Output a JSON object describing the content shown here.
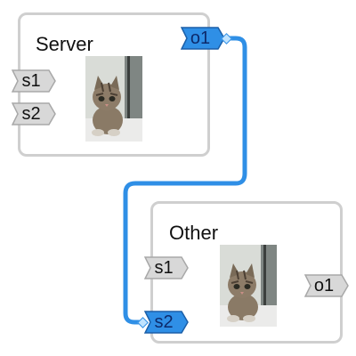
{
  "colors": {
    "node_border": "#cfcfcf",
    "port_fill": "#d8d8d8",
    "port_stroke": "#a8a8a8",
    "active_port_fill": "#2f8fe6",
    "active_port_stroke": "#1b5fa8",
    "wire": "#2f8fe6"
  },
  "nodes": [
    {
      "title": "Server",
      "image": "kitten-photo",
      "inputs": [
        "s1",
        "s2"
      ],
      "outputs": [
        "o1"
      ]
    },
    {
      "title": "Other",
      "image": "kitten-photo",
      "inputs": [
        "s1",
        "s2"
      ],
      "outputs": [
        "o1"
      ]
    }
  ],
  "connections": [
    {
      "from": "Server.o1",
      "to": "Other.s2"
    }
  ]
}
